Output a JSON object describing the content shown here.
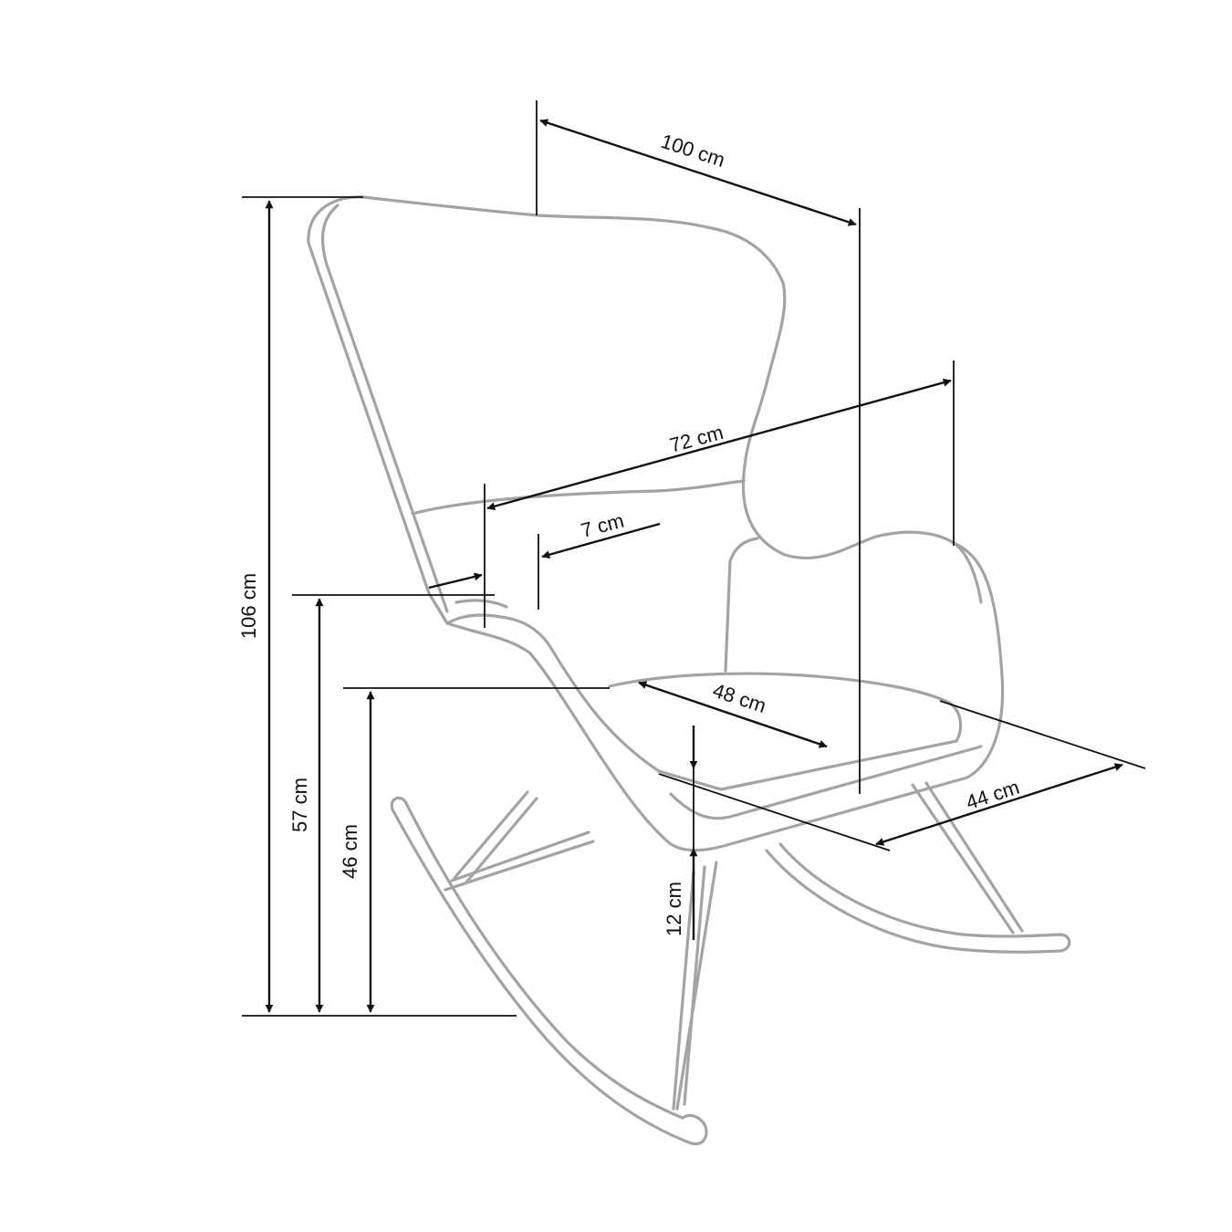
{
  "diagram": {
    "dimensions": {
      "total_width": "100 cm",
      "inner_width": "72 cm",
      "armrest": "7 cm",
      "total_height": "106 cm",
      "armrest_height": "57 cm",
      "seat_height": "46 cm",
      "seat_width": "48 cm",
      "seat_depth": "44 cm",
      "seat_thickness": "12 cm"
    }
  }
}
